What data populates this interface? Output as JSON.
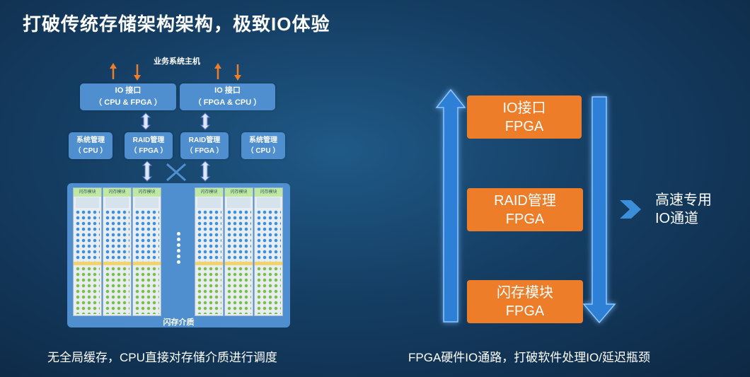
{
  "title": "打破传统存储架构架构，极致IO体验",
  "left_diagram": {
    "host_label": "业务系统主机",
    "io_boxes": [
      {
        "line1": "IO 接口",
        "line2": "（ CPU & FPGA ）"
      },
      {
        "line1": "IO 接口",
        "line2": "（ FPGA & CPU ）"
      }
    ],
    "mgmt_boxes": [
      {
        "line1": "系统管理",
        "line2": "（ CPU ）"
      },
      {
        "line1": "RAID管理",
        "line2": "（ FPGA ）"
      },
      {
        "line1": "RAID管理",
        "line2": "（ FPGA ）"
      },
      {
        "line1": "系统管理",
        "line2": "（ CPU ）"
      }
    ],
    "module_label": "闪存模块",
    "media_label": "闪存介质",
    "caption": "无全局缓存，CPU直接对存储介质进行调度"
  },
  "right_diagram": {
    "boxes": [
      {
        "line1": "IO接口",
        "line2": "FPGA"
      },
      {
        "line1": "RAID管理",
        "line2": "FPGA"
      },
      {
        "line1": "闪存模块",
        "line2": "FPGA"
      }
    ],
    "channel_line1": "高速专用",
    "channel_line2": "IO通道",
    "caption": "FPGA硬件IO通路，打破软件处理IO/延迟瓶颈"
  },
  "colors": {
    "orange": "#ee7d2a",
    "light_blue": "#4f8fd0",
    "arrow_blue": "#2f7fd6"
  }
}
